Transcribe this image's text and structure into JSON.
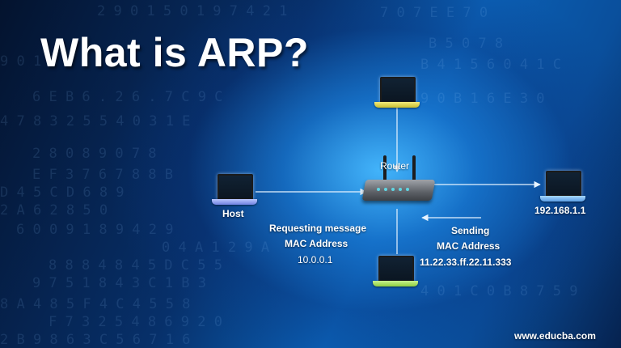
{
  "title": "What is ARP?",
  "nodes": {
    "router": "Router",
    "host": "Host",
    "destination_ip": "192.168.1.1"
  },
  "request": {
    "line1": "Requesting message",
    "line2": "MAC Address",
    "line3": "10.0.0.1"
  },
  "response": {
    "line1": "Sending",
    "line2": "MAC Address",
    "line3": "11.22.33.ff.22.11.333"
  },
  "watermark": "www.educba.com",
  "colors": {
    "background_accent": "#1e88e5",
    "link_line": "#e6f3ff",
    "laptop_top_base": "#e5dc5a",
    "laptop_host_base": "#8c9cf0",
    "laptop_right_base": "#7db9f0",
    "laptop_bottom_base": "#a8e060"
  },
  "icons": [
    "laptop-icon",
    "router-icon"
  ]
}
